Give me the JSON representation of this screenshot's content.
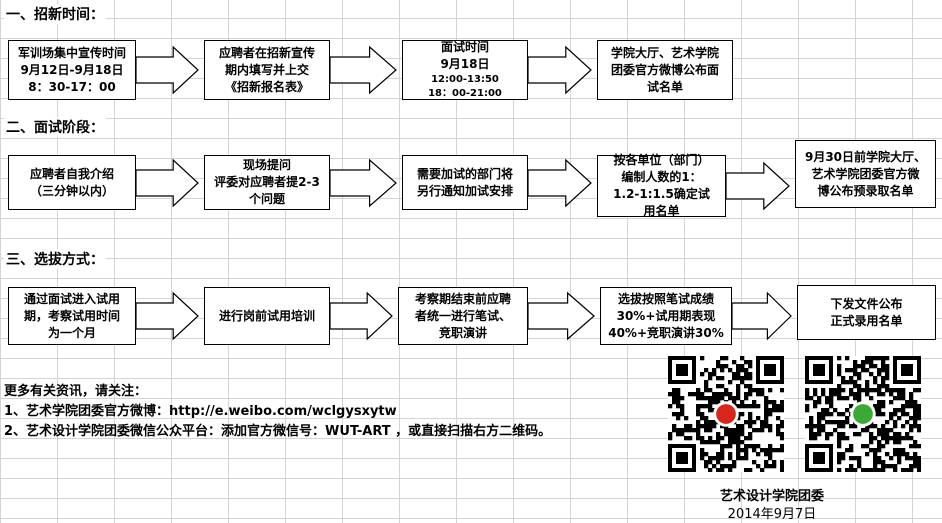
{
  "sections": [
    {
      "title": "一、招新时间：",
      "steps": [
        [
          "军训场集中宣传时间",
          "9月12日-9月18日",
          "8：30-17：00"
        ],
        [
          "应聘者在招新宣传",
          "期内填写并上交",
          "《招新报名表》"
        ],
        [
          "面试时间",
          "9月18日",
          "12:00-13:50",
          "18：00-21:00"
        ],
        [
          "学院大厅、艺术学院",
          "团委官方微博公布面",
          "试名单"
        ]
      ]
    },
    {
      "title": "二、面试阶段：",
      "steps": [
        [
          "应聘者自我介绍",
          "（三分钟以内）"
        ],
        [
          "现场提问",
          "评委对应聘者提2-3",
          "个问题"
        ],
        [
          "需要加试的部门将",
          "另行通知加试安排"
        ],
        [
          "按各单位（部门）",
          "编制人数的1：",
          "1.2-1:1.5确定试",
          "用名单"
        ],
        [
          "9月30日前学院大厅、",
          "艺术学院团委官方微",
          "博公布预录取名单"
        ]
      ]
    },
    {
      "title": "三、选拔方式：",
      "steps": [
        [
          "通过面试进入试用",
          "期，考察试用时间",
          "为一个月"
        ],
        [
          "进行岗前试用培训"
        ],
        [
          "考察期结束前应聘",
          "者统一进行笔试、",
          "竞职演讲"
        ],
        [
          "选拔按照笔试成绩",
          "30%+试用期表现",
          "40%+竞职演讲30%"
        ],
        [
          "下发文件公布",
          "正式录用名单"
        ]
      ]
    }
  ],
  "info": [
    "更多有关资讯，请关注：",
    "1、艺术学院团委官方微博：http://e.weibo.com/wclgysxytw",
    "2、艺术设计学院团委微信公众平台：添加官方微信号：WUT-ART ，或直接扫描右方二维码。"
  ],
  "footer": {
    "org": "艺术设计学院团委",
    "date": "2014年9月7日"
  },
  "qr_codes": [
    "weibo-qr-icon",
    "wechat-qr-icon"
  ]
}
